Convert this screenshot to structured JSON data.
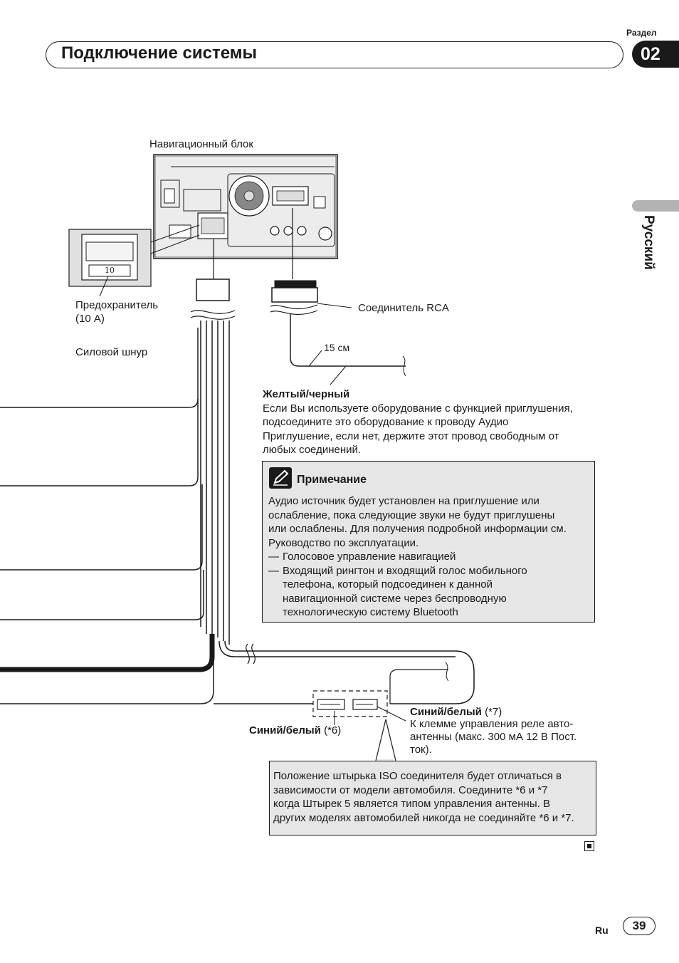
{
  "header": {
    "section_label": "Раздел",
    "section_number": "02",
    "title": "Подключение системы",
    "language_tab": "Русский"
  },
  "diagram": {
    "nav_unit_label": "Навигационный блок",
    "fuse_label_line1": "Предохранитель",
    "fuse_label_line2": "(10 А)",
    "fuse_number": "10",
    "power_cord_label": "Силовой шнур",
    "rca_label": "Соединитель RCA",
    "length_label": "15 см",
    "blue_white_6_name": "Синий/белый",
    "blue_white_6_ref": " (*6)",
    "blue_white_7_name": "Синий/белый",
    "blue_white_7_ref": " (*7)",
    "blue_white_7_desc": [
      "К клемме управления реле авто-",
      "антенны (макс. 300 мА 12 В Пост.",
      "ток)."
    ]
  },
  "yellow_black": {
    "title": "Желтый/черный",
    "lines": [
      "Если Вы используете оборудование с функцией приглушения,",
      "подсоедините это оборудование к проводу Аудио",
      "Приглушение, если нет, держите этот провод свободным от",
      "любых соединений."
    ]
  },
  "note": {
    "title": "Примечание",
    "icon": "pencil-note-icon",
    "body_lines": [
      "Аудио источник будет установлен на приглушение или",
      "ослабление, пока следующие звуки не будут приглушены",
      "или ослаблены. Для получения подробной информации см.",
      "Руководство по эксплуатации."
    ],
    "items": [
      {
        "dash": "—",
        "lines": [
          "Голосовое управление навигацией"
        ]
      },
      {
        "dash": "—",
        "lines": [
          "Входящий рингтон и входящий голос мобильного",
          "телефона, который подсоединен к данной",
          "навигационной системе через беспроводную",
          "технологическую систему Bluetooth"
        ]
      }
    ]
  },
  "iso_note": {
    "lines": [
      "Положение штырька ISO соединителя будет отличаться в",
      "зависимости от модели автомобиля. Соедините *6 и *7",
      "когда Штырек 5 является типом управления антенны. В",
      "других моделях автомобилей никогда не соединяйте *6 и *7."
    ]
  },
  "footer": {
    "lang_code": "Ru",
    "page_number": "39"
  }
}
